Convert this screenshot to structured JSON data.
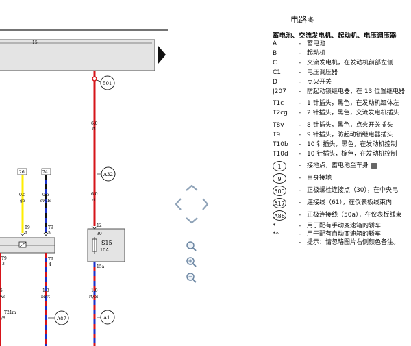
{
  "page": {
    "title": "电路图"
  },
  "diagram": {
    "bus_label": "15",
    "connectors": {
      "c501": "501",
      "cA32": "A32",
      "cA87": "A87",
      "cA1": "A1"
    },
    "wires": {
      "w1_size": "6.0",
      "w1_color": "rt",
      "w2_size": "6.0",
      "w2_color": "rt",
      "w3_size": "0.5",
      "w3_color": "ge",
      "w4_size": "0.5",
      "w4_color": "sw/bl",
      "w5_size": "1.0",
      "w5_color": "bl/rt",
      "w6_size": "1.0",
      "w6_color": "rt/bl",
      "w7_size": "5",
      "w7_color": "ws"
    },
    "pins": {
      "p26": "26",
      "p74": "74",
      "t9a": "T9",
      "t9a_n": "9",
      "t9b": "T9",
      "t9b_n": "5",
      "t9c": "T9",
      "t9c_n": "3",
      "t9d": "T9",
      "t9d_n": "4",
      "p12": "12",
      "p30": "30",
      "p15a": "15a",
      "t21m": "T21m",
      "t21m_n": "/8"
    },
    "fuse": {
      "name": "S15",
      "rating": "10A"
    }
  },
  "legend": {
    "heading": "蓄电池、交流发电机、起动机、电压调压器",
    "items": [
      {
        "code": "A",
        "text": "蓄电池"
      },
      {
        "code": "B",
        "text": "起动机"
      },
      {
        "code": "C",
        "text": "交流发电机，在发动机前部左侧"
      },
      {
        "code": "C1",
        "text": "电压调压器"
      },
      {
        "code": "D",
        "text": "点火开关"
      },
      {
        "code": "J207",
        "text": "防起动锁继电器，在 13 位置继电器"
      },
      {
        "code": "T1c",
        "text": "1 针插头，黑色，在发动机缸体左"
      },
      {
        "code": "T2cg",
        "text": "2 针插头，黑色，交流发电机插头"
      },
      {
        "code": "T8v",
        "text": "8 针插头，黑色，点火开关插头"
      },
      {
        "code": "T9",
        "text": "9 针插头，防起动锁继电器插头"
      },
      {
        "code": "T10b",
        "text": "10 针插头，黑色，在发动机控制"
      },
      {
        "code": "T10d",
        "text": "10 针插头，棕色，在发动机控制"
      },
      {
        "code": "1",
        "text": "接地点，蓄电池至车身"
      },
      {
        "code": "9",
        "text": "自身接地"
      },
      {
        "code": "500",
        "text": "正极螺栓连接点（30），在中央电"
      },
      {
        "code": "A17",
        "text": "连接线（61），在仪表板线束内"
      },
      {
        "code": "A86",
        "text": "正极连接线（50a），在仪表板线束"
      },
      {
        "code": "*",
        "text": "用于配有手动变速箱的轿车"
      },
      {
        "code": "**",
        "text": "用于配有自动变速箱的轿车"
      },
      {
        "code": "",
        "text": "提示：请忽略图片右侧颜色备注。"
      }
    ]
  },
  "nav": {
    "up": "up-arrow-icon",
    "left": "left-arrow-icon",
    "right": "right-arrow-icon",
    "down": "down-arrow-icon",
    "zoom_reset": "zoom-reset-icon",
    "zoom_in": "zoom-in-icon",
    "zoom_out": "zoom-out-icon"
  }
}
